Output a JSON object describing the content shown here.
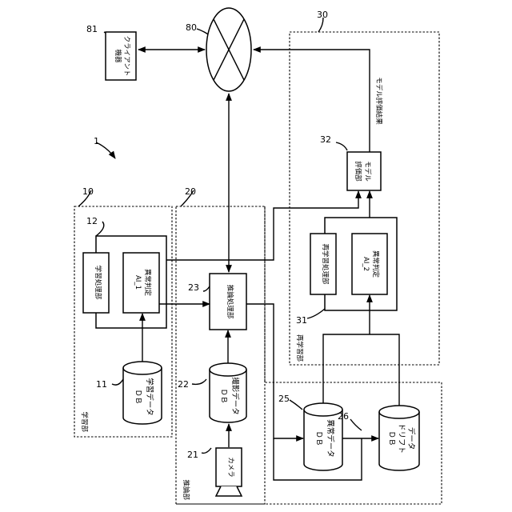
{
  "figure": {
    "system_ref": "1",
    "network": {
      "ref": "80"
    },
    "client": {
      "ref": "81",
      "label_line1": "クライアント",
      "label_line2": "機器"
    },
    "learning_unit": {
      "ref": "10",
      "name": "学習部",
      "inner_ref": "12",
      "processor": "学習処理部",
      "ai_line1": "異常判定",
      "ai_line2": "AI_1",
      "db_ref": "11",
      "db_line1": "学習データ",
      "db_line2": "ＤＢ"
    },
    "inference_unit": {
      "ref": "20",
      "name": "推論部",
      "proc_ref": "23",
      "processor": "推論処理部",
      "photo_db_ref": "22",
      "photo_db_line1": "撮影データ",
      "photo_db_line2": "ＤＢ",
      "camera_ref": "21",
      "camera": "カメラ",
      "anomaly_db_ref": "25",
      "anomaly_db_line1": "異常データ",
      "anomaly_db_line2": "ＤＢ",
      "drift_db_ref": "26",
      "drift_db_line1": "データ",
      "drift_db_line2": "ドリフト",
      "drift_db_line3": "ＤＢ"
    },
    "relearning_unit": {
      "ref": "30",
      "name": "再学習部",
      "eval_ref": "32",
      "eval_line1": "モデル",
      "eval_line2": "評価部",
      "eval_result": "モデル評価結果",
      "inner_ref": "31",
      "processor": "再学習処理部",
      "ai_line1": "異常判定",
      "ai_line2": "AI_2"
    }
  }
}
